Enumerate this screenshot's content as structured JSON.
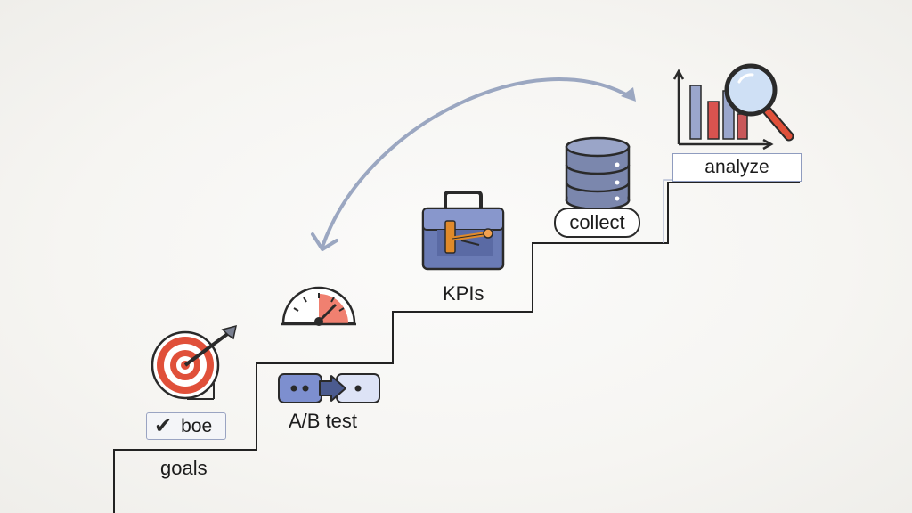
{
  "steps": {
    "goals": "goals",
    "check": "boe",
    "ab_test": "A/B test",
    "kpis": "KPIs",
    "collect": "collect",
    "analyze": "analyze"
  },
  "icons": [
    "target-icon",
    "checkmark-icon",
    "gauge-icon",
    "ab-test-icon",
    "toolbox-icon",
    "database-icon",
    "bar-chart-icon",
    "magnifier-icon",
    "cycle-arrow-icon"
  ],
  "colors": {
    "accent_red": "#e0503a",
    "accent_blue": "#6a7bb5",
    "accent_orange": "#e08a2a",
    "line": "#222222",
    "arrow": "#9ba7c1"
  }
}
